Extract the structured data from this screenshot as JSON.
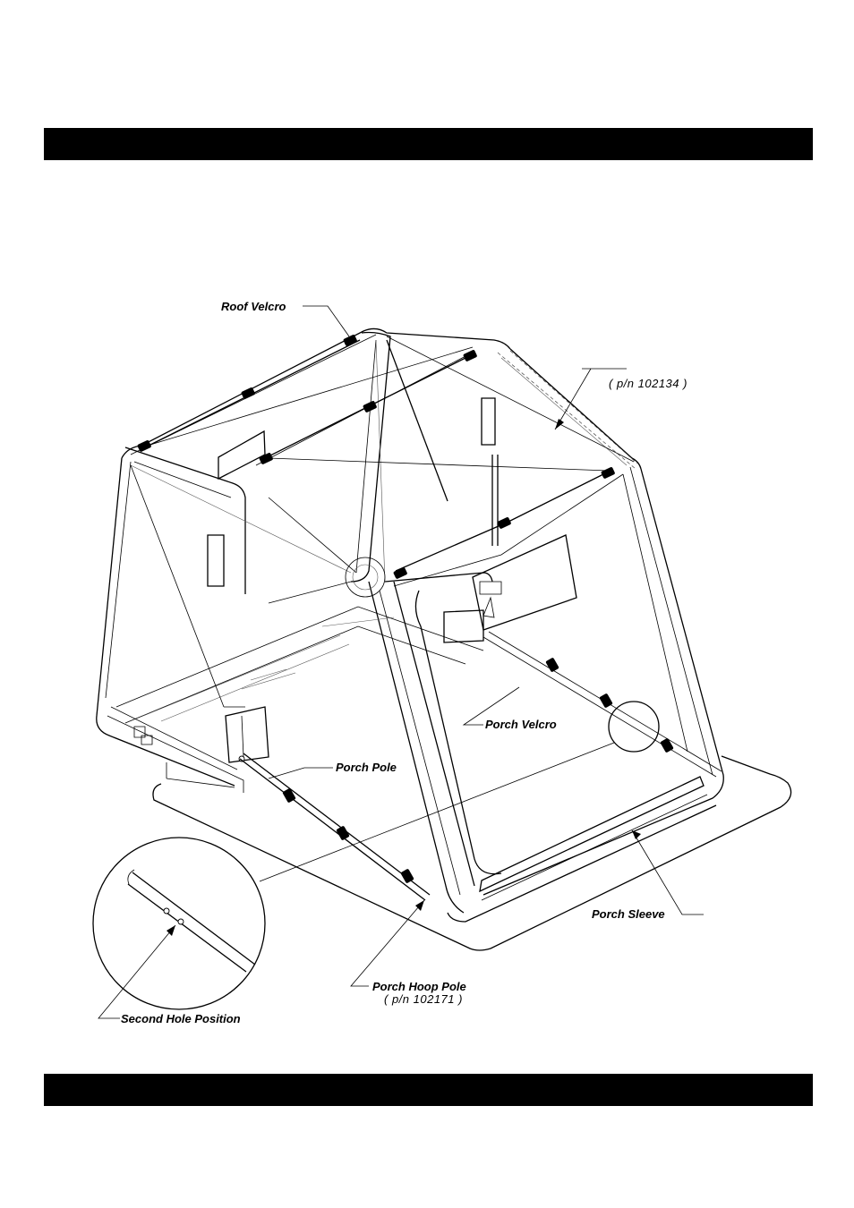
{
  "labels": {
    "roof_velcro": "Roof Velcro",
    "part_number_top": "( p/n 102134 )",
    "porch_velcro": "Porch Velcro",
    "porch_pole": "Porch Pole",
    "porch_sleeve": "Porch Sleeve",
    "porch_hoop_pole": "Porch Hoop Pole",
    "porch_hoop_pole_pn": "( p/n 102171 )",
    "second_hole_position": "Second Hole Position"
  },
  "colors": {
    "bar": "#000000",
    "line": "#000000",
    "background": "#ffffff"
  }
}
